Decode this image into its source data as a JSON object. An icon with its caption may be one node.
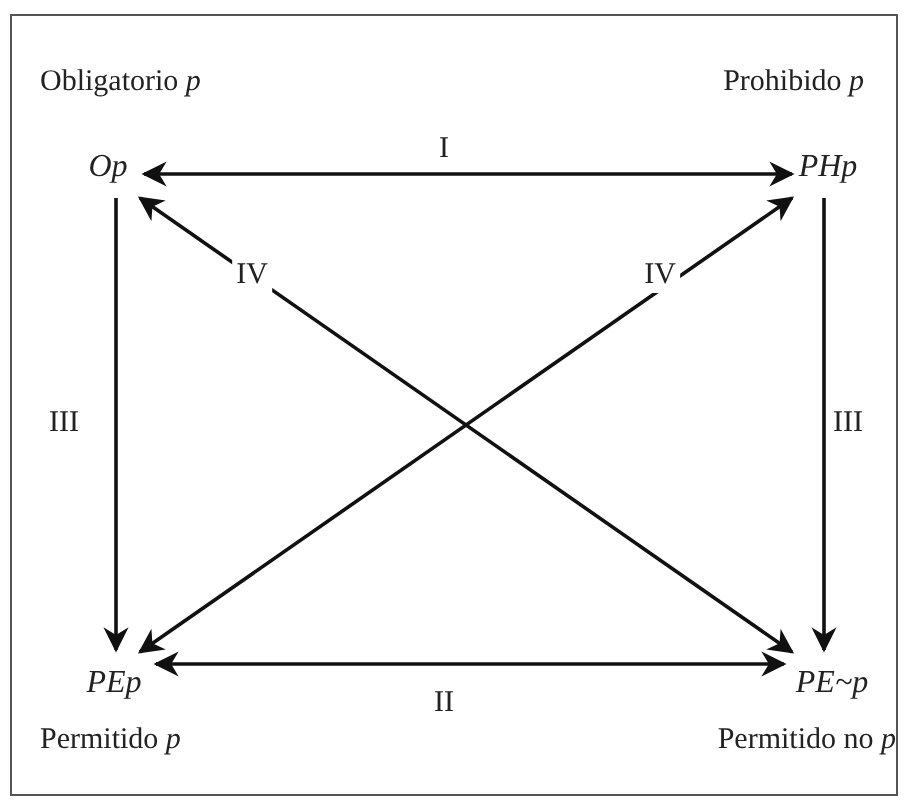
{
  "diagram": {
    "nodes": [
      {
        "text": [
          "Op"
        ],
        "beside": [
          "Obligatorio *p*"
        ]
      },
      {
        "text": [
          "PHp"
        ],
        "beside": [
          "Prohibido *p*"
        ]
      },
      {
        "text": [
          "PEp"
        ],
        "beside": [
          "Permitido *p*"
        ]
      },
      {
        "text": [
          "PE~p"
        ],
        "beside": [
          "Permitido no *p*"
        ]
      }
    ],
    "edges": [
      {
        "from": 0,
        "to": 1,
        "arrow": "both",
        "label": "I"
      },
      {
        "from": 2,
        "to": 3,
        "arrow": "both",
        "label": "II"
      },
      {
        "from": 0,
        "to": 2,
        "arrow": "to",
        "label": "III"
      },
      {
        "from": 1,
        "to": 3,
        "arrow": "to",
        "label": "III"
      },
      {
        "from": 0,
        "to": 3,
        "arrow": "both",
        "label": "IV"
      },
      {
        "from": 2,
        "to": 1,
        "arrow": "both",
        "label": "IV"
      }
    ]
  }
}
